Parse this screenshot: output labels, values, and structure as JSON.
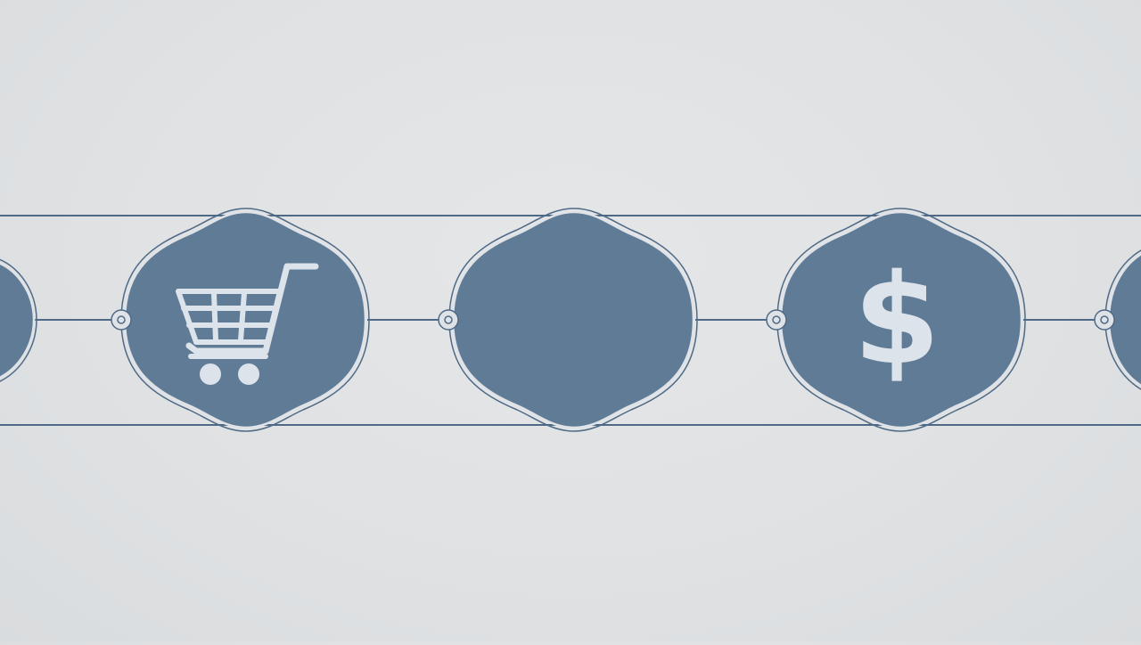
{
  "scene": {
    "colors": {
      "background": "#e0e2e4",
      "rail": "#4f6a86",
      "node_fill": "#5f7b96",
      "node_outline": "#dfe3e8",
      "icon": "#dde3ea",
      "connector": "#4f6a86",
      "connector_dot_fill": "#dfe3e8"
    },
    "nodes": [
      {
        "name": "partial-node-left",
        "icon": "none"
      },
      {
        "name": "cart-node",
        "icon": "shopping-cart-icon"
      },
      {
        "name": "empty-node",
        "icon": "none"
      },
      {
        "name": "dollar-node",
        "icon": "dollar-sign-icon",
        "glyph": "$"
      },
      {
        "name": "partial-node-right",
        "icon": "none"
      }
    ]
  }
}
